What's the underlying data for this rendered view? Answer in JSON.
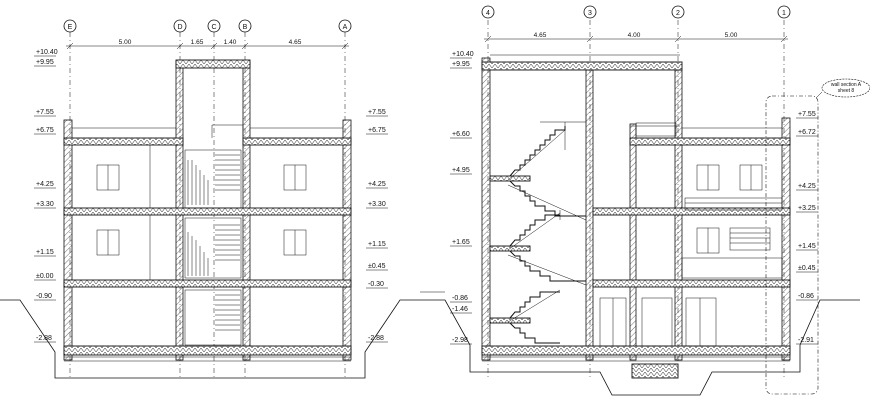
{
  "left_section": {
    "axes": [
      "E",
      "D",
      "C",
      "B",
      "A"
    ],
    "dimensions": [
      "5.00",
      "1.65",
      "1.40",
      "4.65"
    ],
    "levels_left": [
      "+10.40",
      "+9.95",
      "+7.55",
      "+6.75",
      "+4.25",
      "+3.30",
      "+1.15",
      "±0.00",
      "-0.90",
      "-2.88"
    ],
    "levels_right": [
      "+7.55",
      "+6.75",
      "+4.25",
      "+3.30",
      "+1.15",
      "±0.45",
      "-0.30",
      "-2.88"
    ]
  },
  "right_section": {
    "axes": [
      "4",
      "3",
      "2",
      "1"
    ],
    "dimensions": [
      "4.65",
      "4.00",
      "5.00"
    ],
    "levels_left": [
      "+10.40",
      "+9.95",
      "+6.60",
      "+4.95",
      "+1.65",
      "-0.86",
      "-1.46",
      "-2.98"
    ],
    "levels_right": [
      "+7.55",
      "+6.72",
      "+4.25",
      "+3.25",
      "+1.45",
      "±0.45",
      "-0.86",
      "-2.91"
    ],
    "callout": [
      "wall section A",
      "sheet 8"
    ]
  }
}
